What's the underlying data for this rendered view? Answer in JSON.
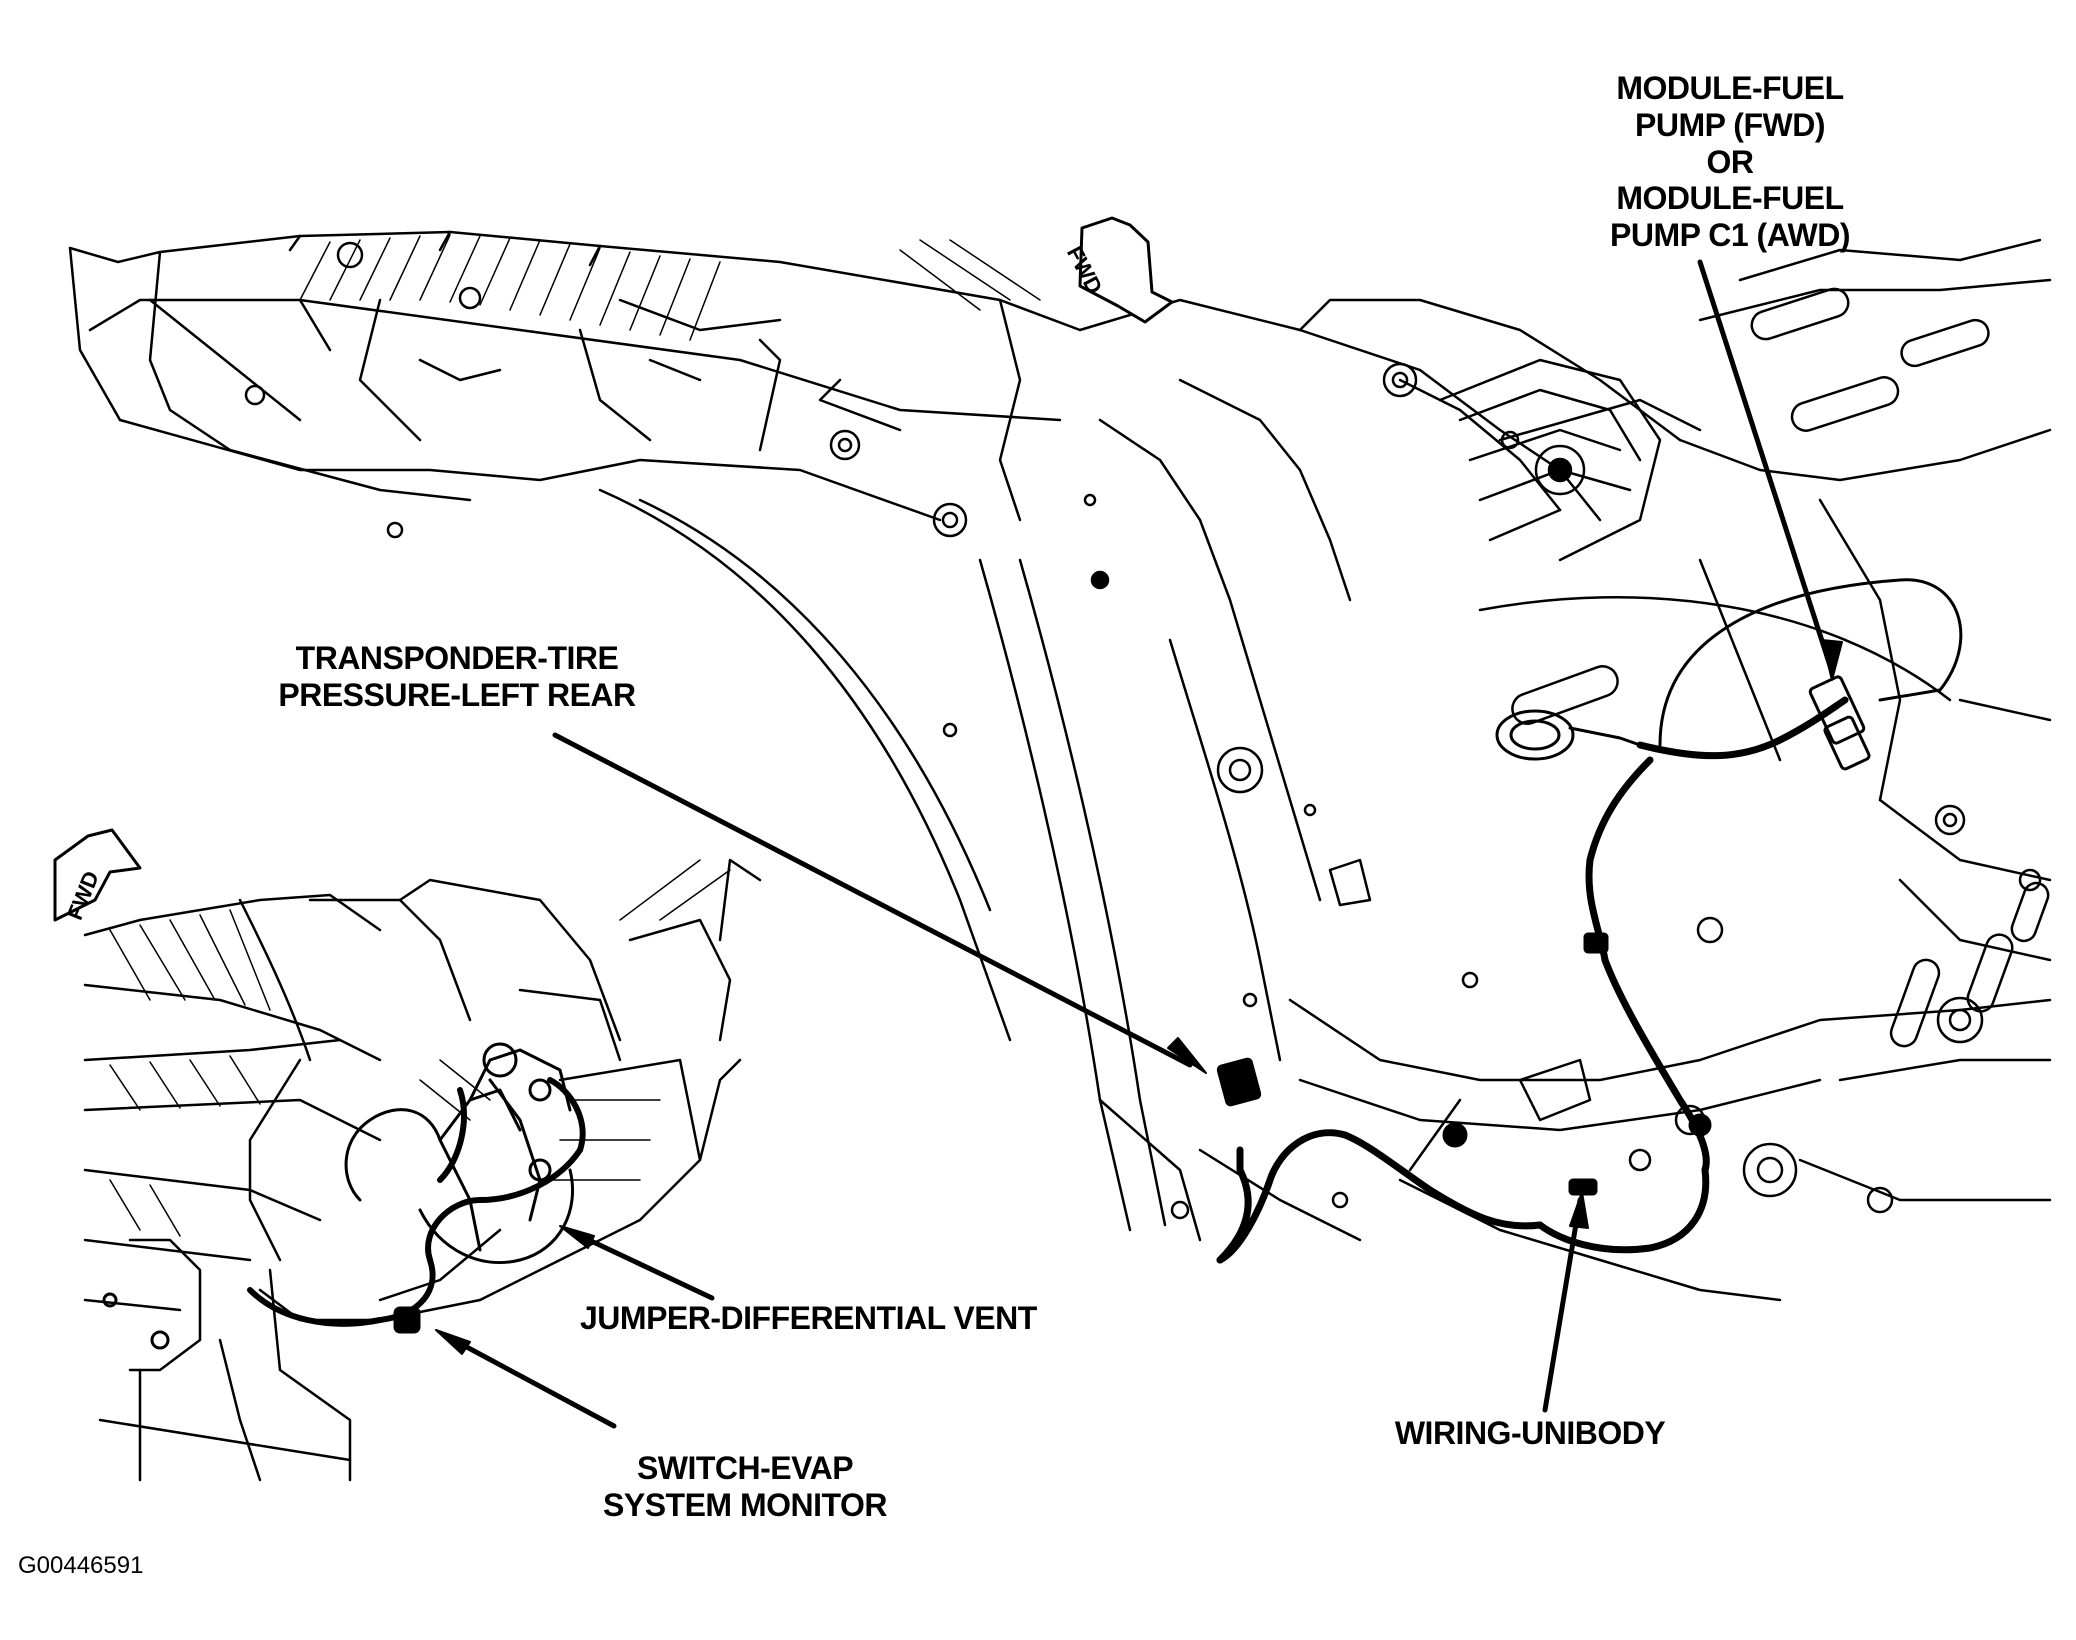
{
  "labels": {
    "fuel_pump_module": [
      "MODULE-FUEL",
      "PUMP (FWD)",
      "OR",
      "MODULE-FUEL",
      "PUMP C1 (AWD)"
    ],
    "tire_pressure_transponder": [
      "TRANSPONDER-TIRE",
      "PRESSURE-LEFT REAR"
    ],
    "differential_vent": [
      "JUMPER-DIFFERENTIAL VENT"
    ],
    "evap_switch": [
      "SWITCH-EVAP",
      "SYSTEM MONITOR"
    ],
    "wiring_unibody": [
      "WIRING-UNIBODY"
    ]
  },
  "direction_marker": "FWD",
  "figure_id": "G00446591",
  "colors": {
    "ink": "#000000",
    "paper": "#ffffff"
  }
}
